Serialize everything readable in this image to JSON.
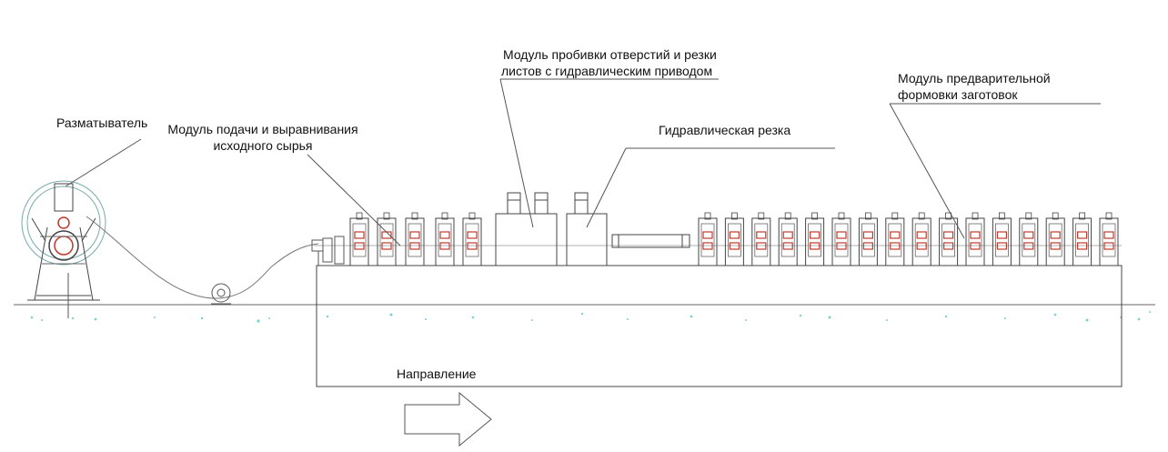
{
  "labels": {
    "decoiler": "Разматыватель",
    "feeding_line1": "Модуль подачи и выравнивания",
    "feeding_line2": "исходного сырья",
    "punching_line1": "Модуль пробивки отверстий и резки",
    "punching_line2": "листов с гидравлическим приводом",
    "cutting": "Гидравлическая резка",
    "preforming_line1": "Модуль предварительной",
    "preforming_line2": "формовки заготовок",
    "direction": "Направление"
  },
  "colors": {
    "line": "#555555",
    "roller": "#c0392b",
    "dots": "#7fd0cf"
  }
}
